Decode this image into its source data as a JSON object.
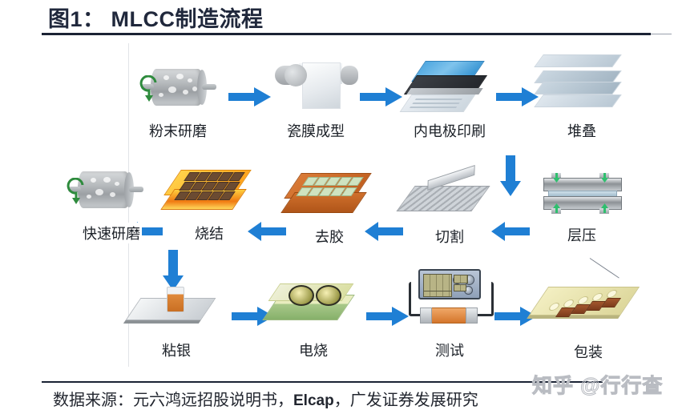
{
  "figure": {
    "title": "图1： MLCC制造流程",
    "source_prefix": "数据来源：元六鸿远招股说明书，",
    "source_latin": "Elcap",
    "source_suffix": "，广发证券发展研究",
    "watermark": "知乎 @行行查"
  },
  "colors": {
    "title": "#20283c",
    "rule": "#1b2334",
    "arrow": "#1f7fd4",
    "panel_edge": "#e2e4e8",
    "watermark": "#b9bcc2"
  },
  "process": {
    "rows": [
      {
        "direction": "left-to-right",
        "steps": [
          {
            "label": "粉末研磨",
            "icon": "ball-mill-icon"
          },
          {
            "label": "瓷膜成型",
            "icon": "tape-caster-icon"
          },
          {
            "label": "内电极印刷",
            "icon": "screen-printer-icon"
          },
          {
            "label": "堆叠",
            "icon": "sheet-stack-icon"
          }
        ]
      },
      {
        "direction": "right-to-left",
        "steps": [
          {
            "label": "快速研磨",
            "icon": "ball-mill-icon"
          },
          {
            "label": "烧结",
            "icon": "sintered-block-icon"
          },
          {
            "label": "去胶",
            "icon": "binder-burnout-block-icon"
          },
          {
            "label": "切割",
            "icon": "cutting-blade-icon"
          },
          {
            "label": "层压",
            "icon": "lamination-press-icon"
          }
        ]
      },
      {
        "direction": "left-to-right",
        "steps": [
          {
            "label": "粘银",
            "icon": "silver-termination-icon"
          },
          {
            "label": "电烧",
            "icon": "electro-firing-bath-icon"
          },
          {
            "label": "测试",
            "icon": "test-equipment-icon"
          },
          {
            "label": "包装",
            "icon": "tape-reel-packaging-icon"
          }
        ]
      }
    ],
    "connectors": [
      {
        "from": "堆叠",
        "to": "层压",
        "direction": "down"
      },
      {
        "from": "快速研磨",
        "to": "粘银",
        "direction": "down"
      }
    ]
  }
}
